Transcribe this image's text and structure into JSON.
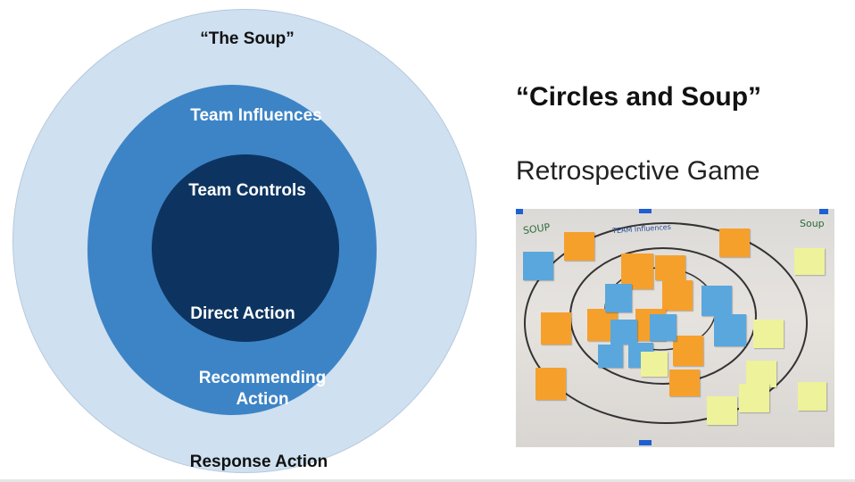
{
  "diagram": {
    "outer_label": "“The Soup”",
    "middle_label": "Team Influences",
    "inner_label": "Team Controls",
    "inner_action": "Direct Action",
    "middle_action_line1": "Recommending",
    "middle_action_line2": "Action",
    "outer_action": "Response Action"
  },
  "title": "“Circles and Soup”",
  "subtitle": "Retrospective Game",
  "photo": {
    "board_label_left": "SOUP",
    "board_label_right": "Soup",
    "board_label_top": "TEAM Influences"
  },
  "colors": {
    "outer_ring": "#cfe0f0",
    "middle_ring": "#3d84c6",
    "inner_circle": "#0d3460",
    "sticky_orange": "#f6a02c",
    "sticky_blue": "#5aa7dd",
    "sticky_yellow": "#eef29a"
  }
}
